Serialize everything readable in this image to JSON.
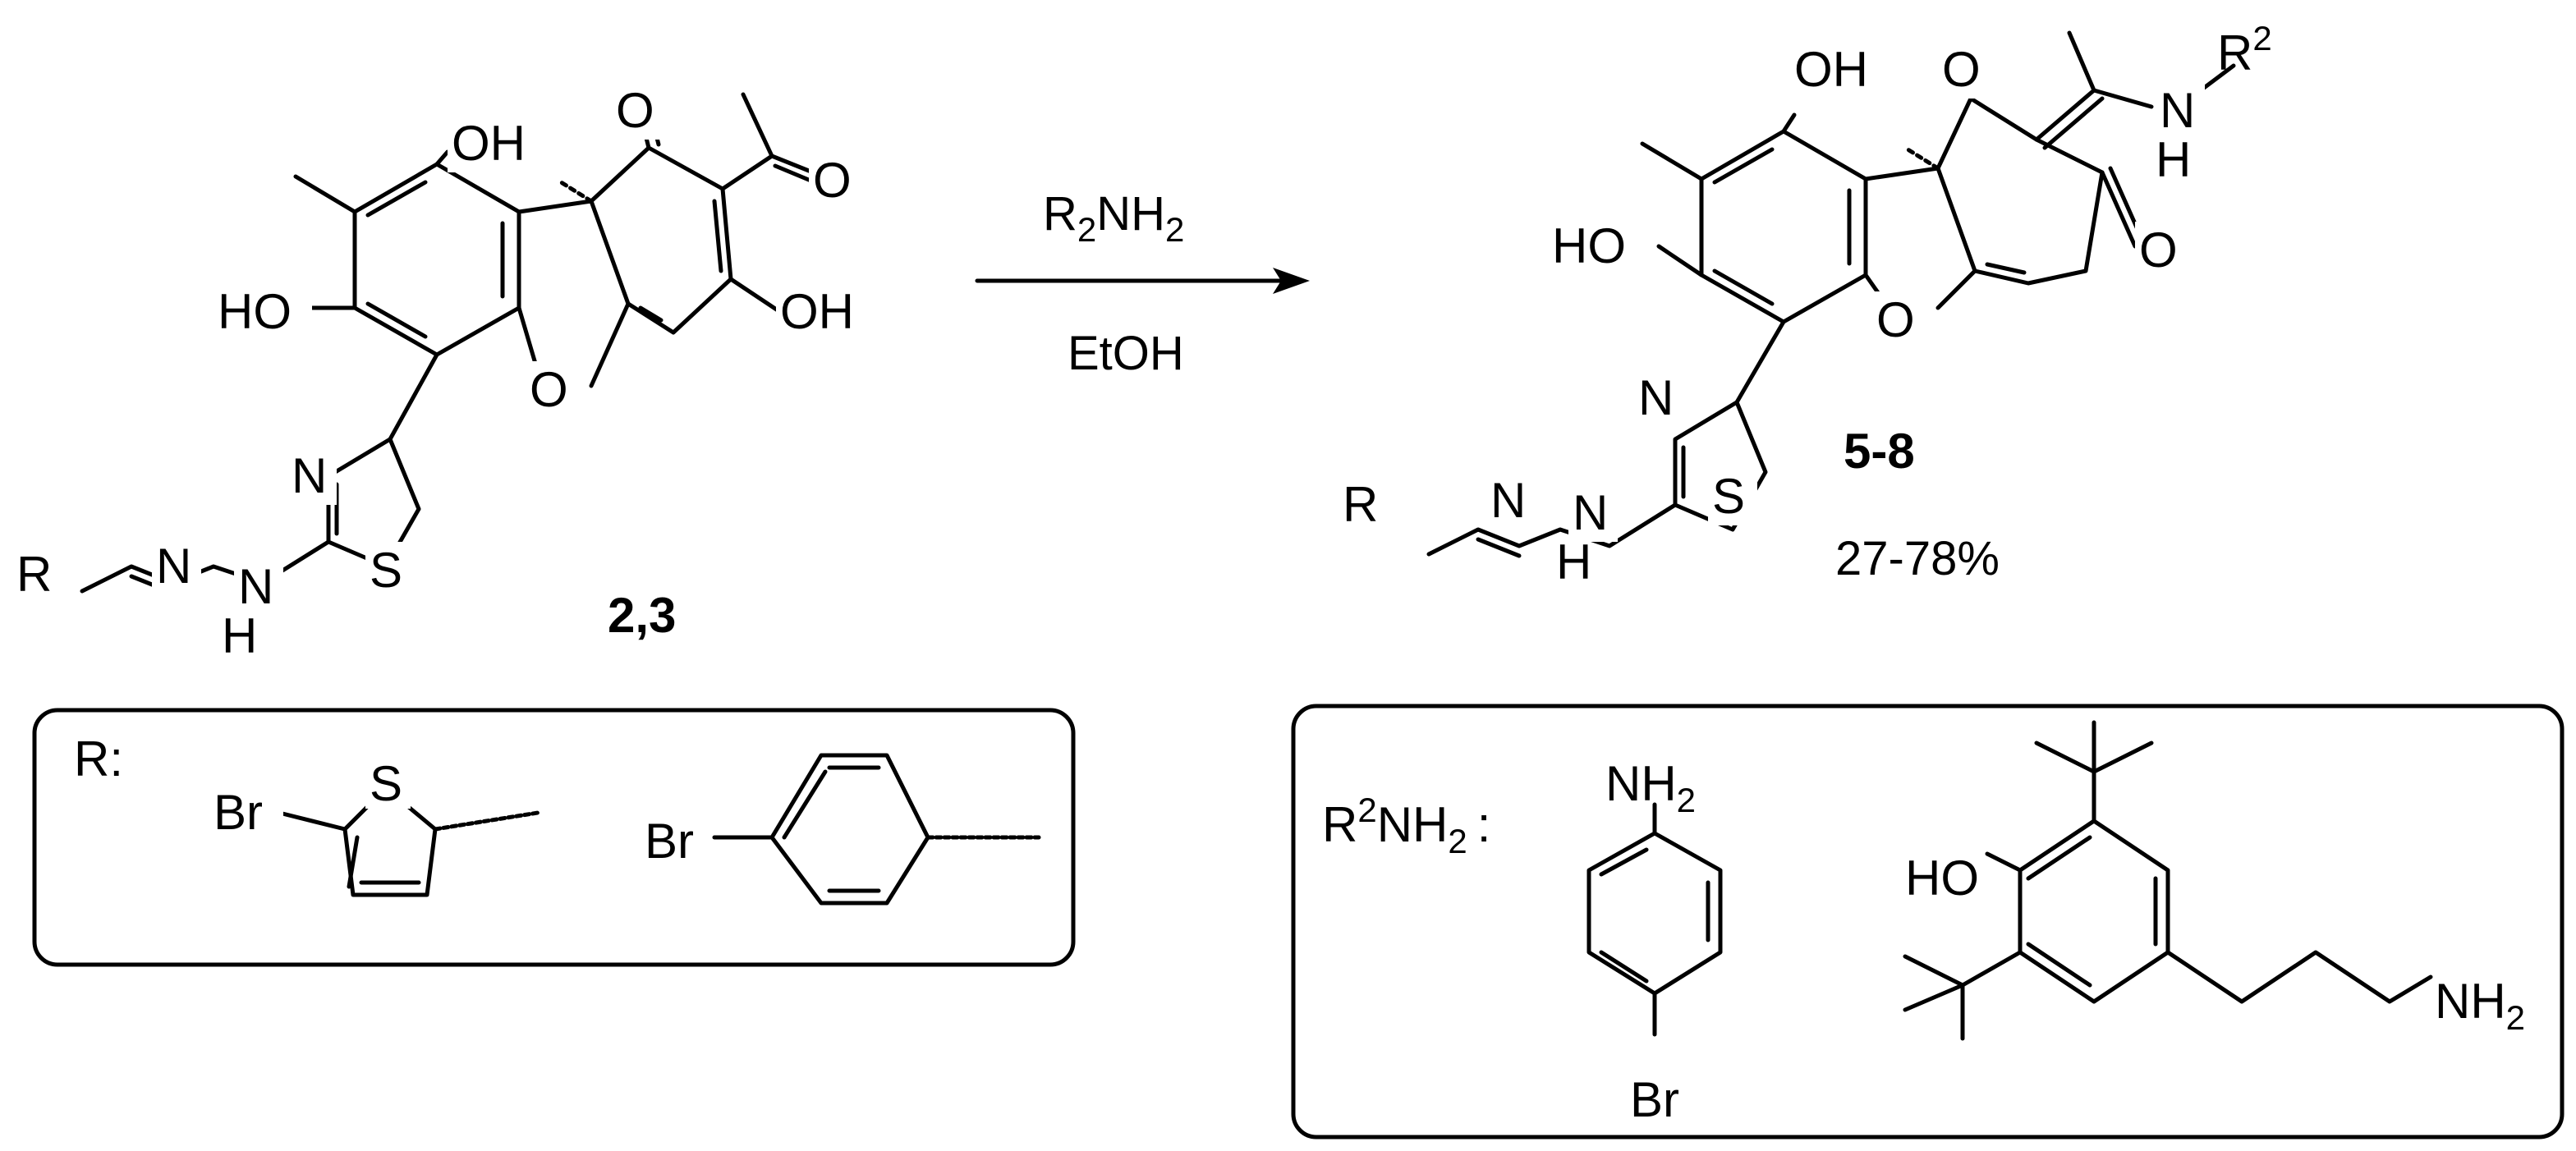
{
  "reaction": {
    "reagent": "R2NH2",
    "reagent_main": "R",
    "reagent_sub1": "2",
    "reagent_mid": "NH",
    "reagent_sub2": "2",
    "solvent": "EtOH"
  },
  "starting_material": {
    "label": "2,3",
    "atoms": {
      "oh_top": "OH",
      "o_ketone": "O",
      "o_acetyl": "O",
      "ho_left": "HO",
      "oh_right": "OH",
      "o_furan": "O",
      "n_thiazole": "N",
      "s_thiazole": "S",
      "r": "R",
      "n_imine": "N",
      "n_hydrazine": "N",
      "h_hydrazine": "H"
    }
  },
  "product": {
    "label": "5-8",
    "yield": "27-78%",
    "atoms": {
      "oh_top": "OH",
      "o_ketone": "O",
      "n_enamine": "N",
      "h_enamine": "H",
      "r2": "R",
      "r2_sup": "2",
      "o_dione": "O",
      "ho_left": "HO",
      "o_furan": "O",
      "n_thiazole": "N",
      "s_thiazole": "S",
      "r": "R",
      "n_imine": "N",
      "n_hydrazine": "N",
      "h_hydrazine": "H"
    }
  },
  "r_box": {
    "title": "R:",
    "thiophene_br": "Br",
    "thiophene_s": "S",
    "phenyl_br": "Br"
  },
  "r2_box": {
    "label_main": "R",
    "label_sup": "2",
    "label_mid": "NH",
    "label_sub": "2",
    "label_colon": ":",
    "aniline_nh": "NH",
    "aniline_sub": "2",
    "aniline_br": "Br",
    "phenol_ho": "HO",
    "amine_nh": "NH",
    "amine_sub": "2"
  }
}
